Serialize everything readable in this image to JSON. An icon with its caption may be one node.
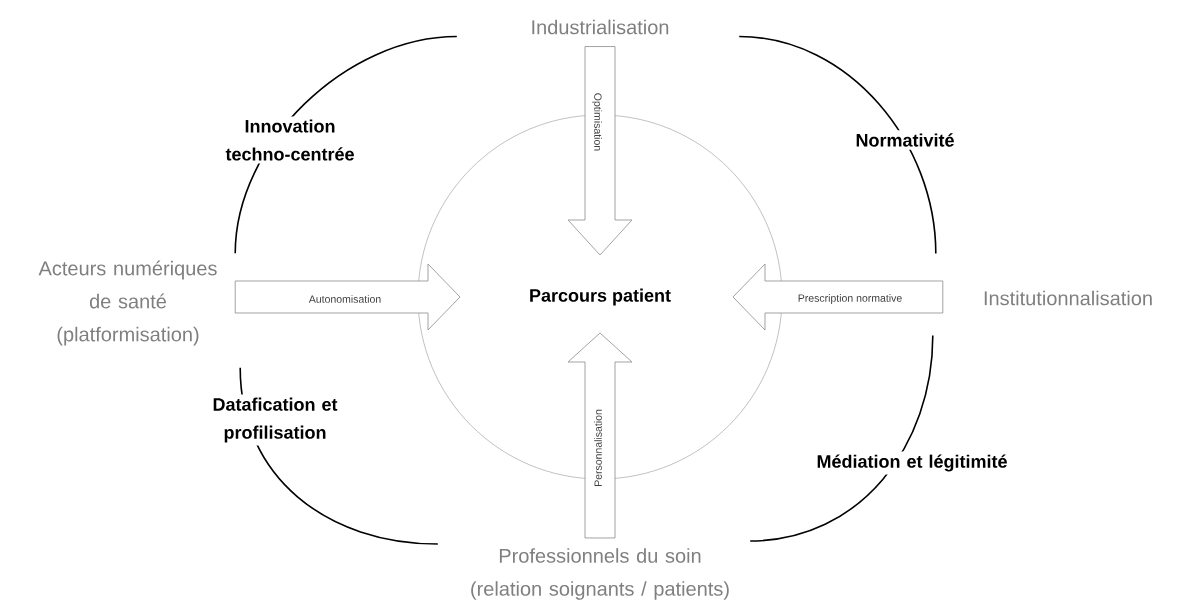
{
  "diagram": {
    "nodes": [
      {
        "text": [
          "Industrialisation"
        ]
      },
      {
        "text": [
          "Acteurs numériques de santé (platformisation)"
        ]
      },
      {
        "text": [
          "Institutionnalisation"
        ]
      },
      {
        "text": [
          "Professionnels du soin (relation soignants / patients)"
        ]
      },
      {
        "text": [
          "Parcours patient"
        ]
      }
    ],
    "edges": [
      {
        "from": 0,
        "to": 4,
        "arrow": "to",
        "label": "Optimisation"
      },
      {
        "from": 1,
        "to": 4,
        "arrow": "to",
        "label": "Autonomisation"
      },
      {
        "from": 2,
        "to": 4,
        "arrow": "to",
        "label": "Prescription normative"
      },
      {
        "from": 3,
        "to": 4,
        "arrow": "to",
        "label": "Personnalisation"
      },
      {
        "from": 0,
        "to": 1,
        "arrow": "none",
        "label": "Innovation techno-centrée"
      },
      {
        "from": 0,
        "to": 2,
        "arrow": "none",
        "label": "Normativité"
      },
      {
        "from": 1,
        "to": 3,
        "arrow": "none",
        "label": "Datafication et profilisation"
      },
      {
        "from": 2,
        "to": 3,
        "arrow": "none",
        "label": "Médiation et légitimité"
      }
    ]
  }
}
